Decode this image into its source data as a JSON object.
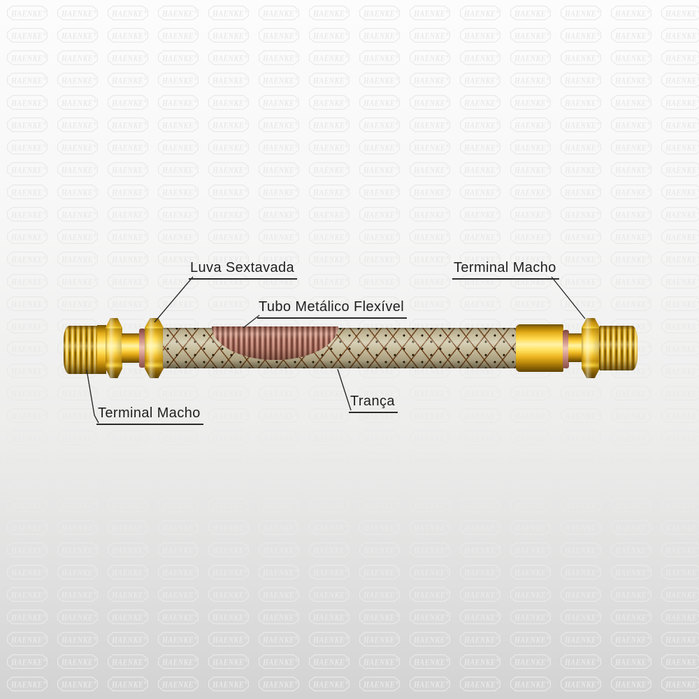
{
  "watermark": {
    "text": "HAENKE",
    "reg": "®"
  },
  "annotations": {
    "luva_sextavada": "Luva Sextavada",
    "tubo_metalico": "Tubo Metálico Flexível",
    "terminal_macho_right": "Terminal Macho",
    "tranca": "Trança",
    "terminal_macho_left": "Terminal Macho"
  },
  "colors": {
    "brass": "#f6c62e",
    "brass_dark": "#6e4e03",
    "brass_highlight": "#fff3a8",
    "braid": "#d6cca6",
    "braid_line": "#602c07",
    "tube": "#c98f7f",
    "washer": "#d39a8d",
    "label_text": "#1f1f1f",
    "watermark": "#e9e9e9",
    "background_top": "#fcfcfc",
    "background_bottom": "#d2d2d2"
  }
}
